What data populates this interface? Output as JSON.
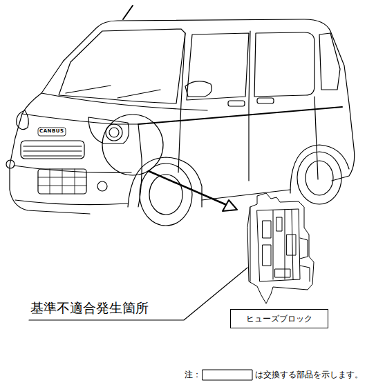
{
  "diagram": {
    "nodes": [
      {
        "text": [
          "ヒューズブロック"
        ]
      }
    ],
    "labels": [
      "基準不適合発生箇所",
      "CANBUS",
      "注：",
      "は交換する部品を示します。"
    ]
  }
}
